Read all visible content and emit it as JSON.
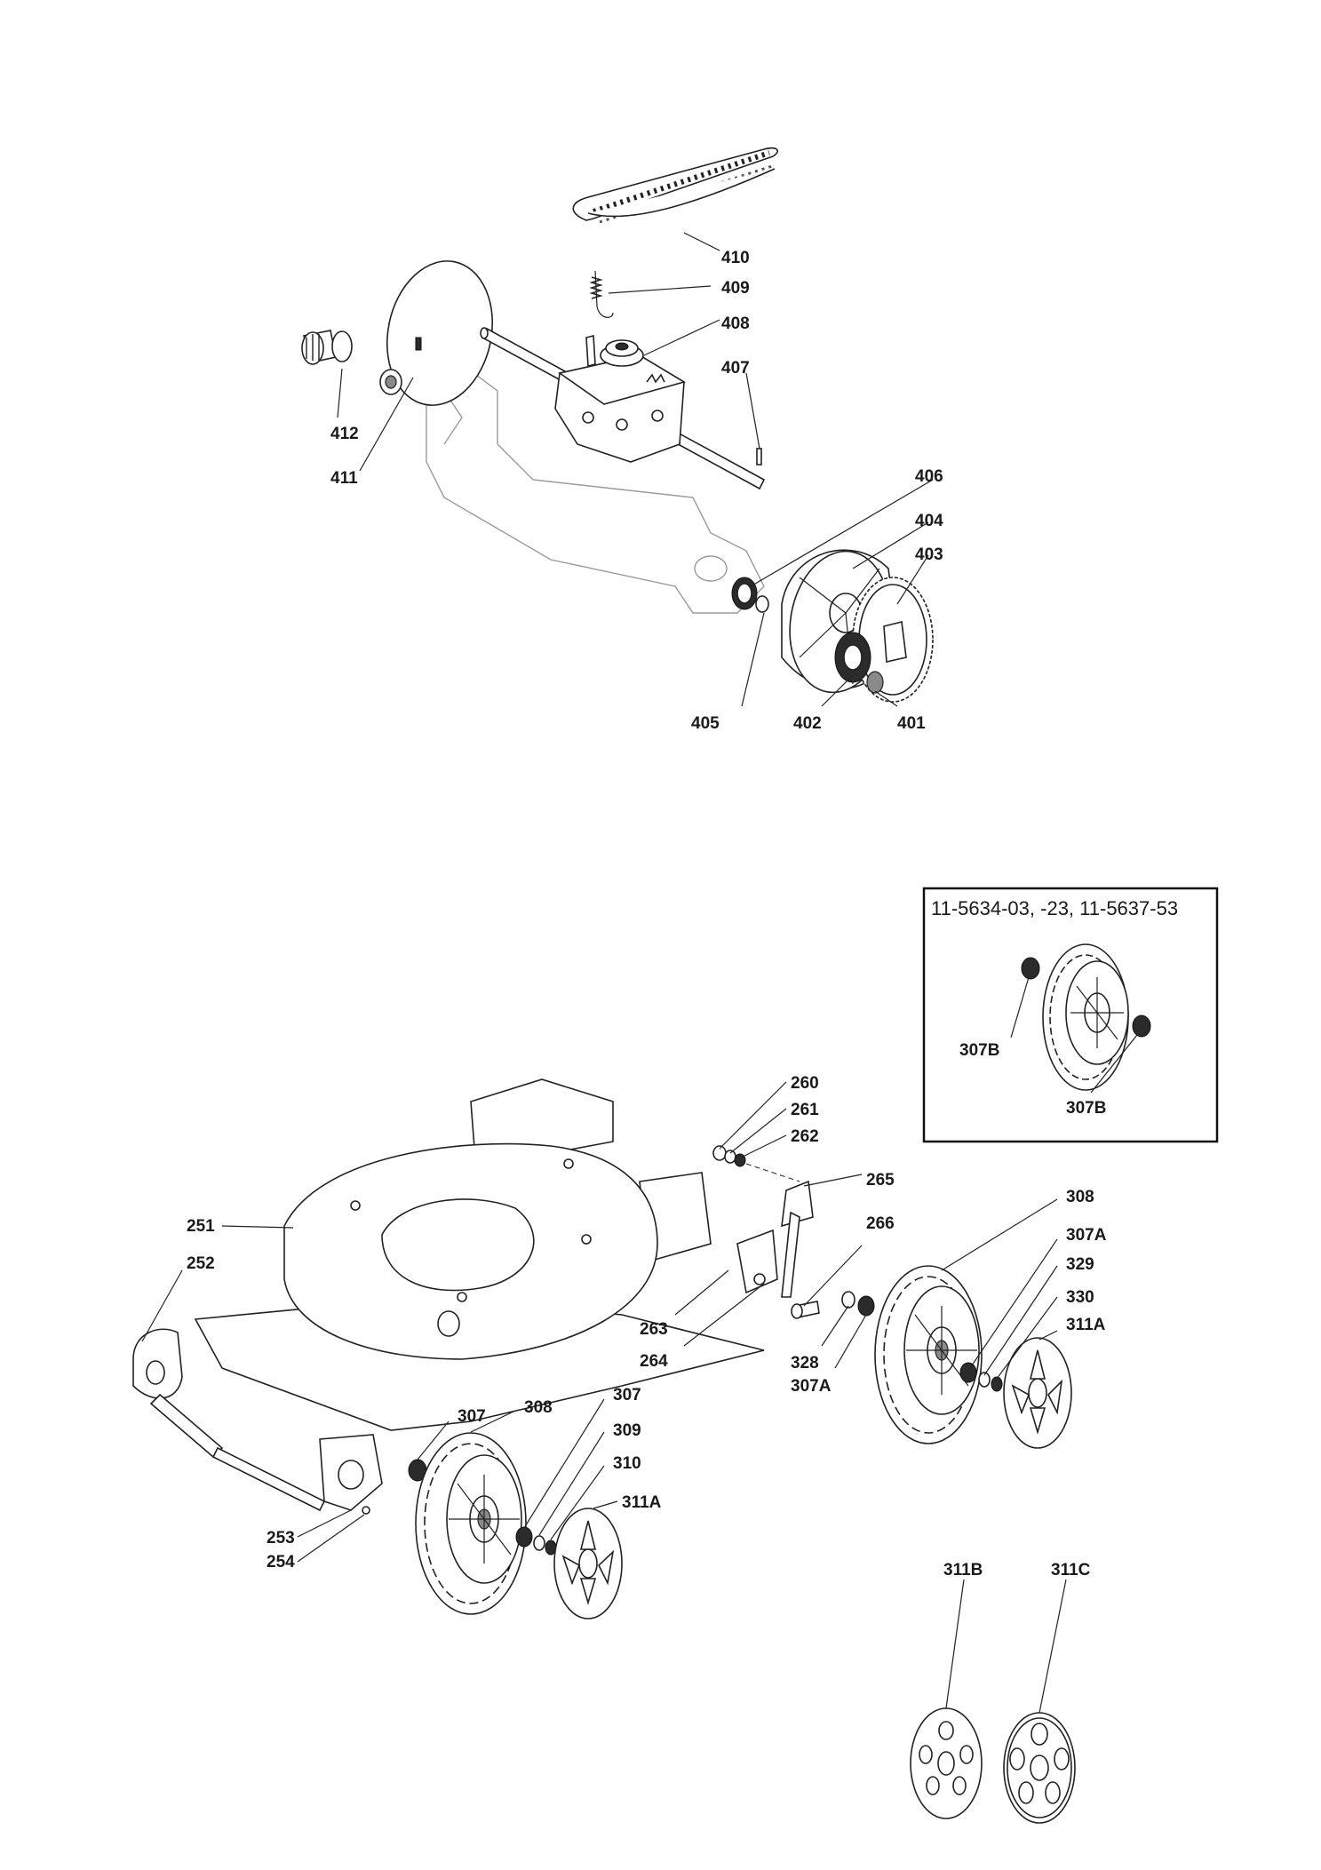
{
  "inset": {
    "title": "11-5634-03, -23, 11-5637-53"
  },
  "callouts": {
    "p410": "410",
    "p409": "409",
    "p408": "408",
    "p407": "407",
    "p412": "412",
    "p411": "411",
    "p406": "406",
    "p404": "404",
    "p403": "403",
    "p405": "405",
    "p402": "402",
    "p401": "401",
    "p307b_a": "307B",
    "p307b_b": "307B",
    "p260": "260",
    "p261": "261",
    "p262": "262",
    "p265": "265",
    "p251": "251",
    "p252": "252",
    "p266": "266",
    "p308_r": "308",
    "p307a_r": "307A",
    "p329": "329",
    "p330": "330",
    "p311a_r": "311A",
    "p263": "263",
    "p264": "264",
    "p328": "328",
    "p307a_m": "307A",
    "p307_l": "307",
    "p308_l": "308",
    "p307_m": "307",
    "p309": "309",
    "p310": "310",
    "p311a_l": "311A",
    "p253": "253",
    "p254": "254",
    "p311b": "311B",
    "p311c": "311C"
  }
}
